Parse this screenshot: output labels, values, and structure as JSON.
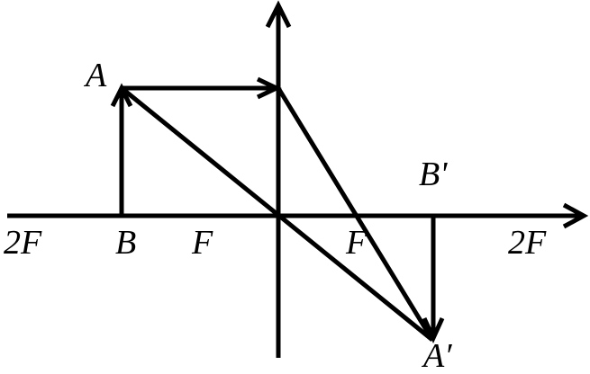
{
  "labels": {
    "point_a": "A",
    "point_b": "B",
    "image_a": "A′",
    "image_b": "B'",
    "focal_left": "F",
    "focal_right": "F",
    "double_focal_left": "2F",
    "double_focal_right": "2F"
  }
}
